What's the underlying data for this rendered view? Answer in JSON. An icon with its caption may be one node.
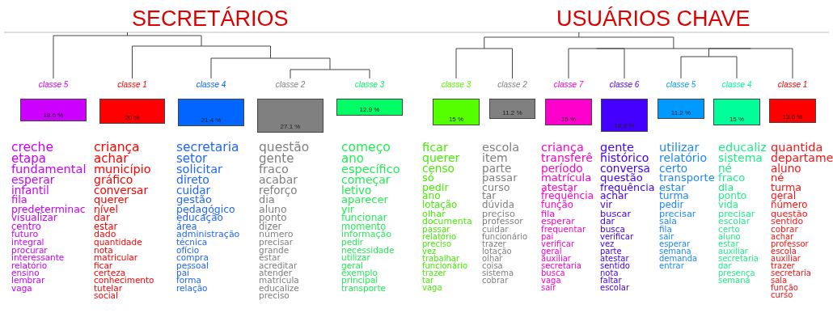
{
  "diagram": {
    "labels": [
      "SECRETÁRIOS",
      "USUÁRIOS CHAVE"
    ],
    "nodes": [
      {
        "text": [
          "classe 5",
          "18.6 %"
        ],
        "beside": [
          "creche",
          "etapa",
          "fundamental",
          "esperar",
          "infantil",
          "fila",
          "predeterminac",
          "visualizar",
          "centro",
          "futuro",
          "integral",
          "procurar",
          "interessante",
          "relatório",
          "ensino",
          "lembrar",
          "vaga"
        ]
      },
      {
        "text": [
          "classe 1",
          "20 %"
        ],
        "beside": [
          "criança",
          "achar",
          "município",
          "gráfico",
          "conversar",
          "querer",
          "nível",
          "dar",
          "estar",
          "dado",
          "quantidade",
          "nota",
          "matricular",
          "ficar",
          "certeza",
          "conhecimento",
          "tutelar",
          "social"
        ]
      },
      {
        "text": [
          "classe 4",
          "21.4 %"
        ],
        "beside": [
          "secretaria",
          "setor",
          "solicitar",
          "direto",
          "cuidar",
          "gestão",
          "pedagógico",
          "educação",
          "área",
          "administração",
          "técnica",
          "ofício",
          "compra",
          "pessoal",
          "pai",
          "forma",
          "relação"
        ]
      },
      {
        "text": [
          "classe 2",
          "27.1 %"
        ],
        "beside": [
          "questão",
          "gente",
          "fraco",
          "acabar",
          "reforço",
          "dia",
          "aluno",
          "ponto",
          "dizer",
          "número",
          "precisar",
          "grande",
          "estar",
          "acreditar",
          "atender",
          "matrícula",
          "educalize",
          "preciso"
        ]
      },
      {
        "text": [
          "classe 3",
          "12.9 %"
        ],
        "beside": [
          "começo",
          "ano",
          "específico",
          "começar",
          "letivo",
          "aparecer",
          "vir",
          "funcionar",
          "momento",
          "informação",
          "pedir",
          "necessidade",
          "utilizar",
          "geral",
          "exemplo",
          "principal",
          "transporte"
        ]
      },
      {
        "text": [
          "classe 3",
          "15 %"
        ],
        "beside": [
          "ficar",
          "querer",
          "censo",
          "só",
          "pedir",
          "ano",
          "lotação",
          "olhar",
          "documenta",
          "passar",
          "relatório",
          "preciso",
          "vez",
          "trabalhar",
          "funcionário",
          "trazer",
          "tar",
          "vaga"
        ]
      },
      {
        "text": [
          "classe 2",
          "11.2 %"
        ],
        "beside": [
          "escola",
          "item",
          "parte",
          "passar",
          "curso",
          "tar",
          "dúvida",
          "preciso",
          "professor",
          "cuidar",
          "funcionário",
          "trazer",
          "lotação",
          "olhar",
          "coisa",
          "sistema",
          "cobrar"
        ]
      },
      {
        "text": [
          "classe 7",
          "15 %"
        ],
        "beside": [
          "criança",
          "transferê",
          "período",
          "matrícula",
          "atestar",
          "frequência",
          "função",
          "fila",
          "esperar",
          "frequentar",
          "pai",
          "verificar",
          "geral",
          "auxiliar",
          "secretaria",
          "busca",
          "vaga",
          "sair"
        ]
      },
      {
        "text": [
          "classe 6",
          "18.8 %"
        ],
        "beside": [
          "gente",
          "histórico",
          "conversa",
          "questão",
          "frequência",
          "achar",
          "vir",
          "buscar",
          "dar",
          "busca",
          "verificar",
          "vez",
          "parte",
          "atestar",
          "sentido",
          "nota",
          "faltar",
          "escolar"
        ]
      },
      {
        "text": [
          "classe 5",
          "11.2 %"
        ],
        "beside": [
          "utilizar",
          "relatório",
          "certo",
          "transporte",
          "estar",
          "turma",
          "pedir",
          "precisar",
          "sala",
          "fila",
          "sair",
          "esperar",
          "semana",
          "demanda",
          "entrar"
        ]
      },
      {
        "text": [
          "classe 4",
          "15 %"
        ],
        "beside": [
          "educaliz",
          "sistema",
          "né",
          "fraco",
          "dia",
          "ponto",
          "vida",
          "precisar",
          "escolar",
          "certo",
          "aluno",
          "estar",
          "auxiliar",
          "secretaria",
          "dar",
          "presença",
          "semana"
        ]
      },
      {
        "text": [
          "classe 1",
          "13.6 %"
        ],
        "beside": [
          "quantida",
          "departame",
          "aluno",
          "né",
          "turma",
          "geral",
          "número",
          "questão",
          "sentido",
          "cobrar",
          "achar",
          "professor",
          "escola",
          "auxiliar",
          "trazer",
          "secretaria",
          "sala",
          "função",
          "curso"
        ]
      }
    ]
  }
}
